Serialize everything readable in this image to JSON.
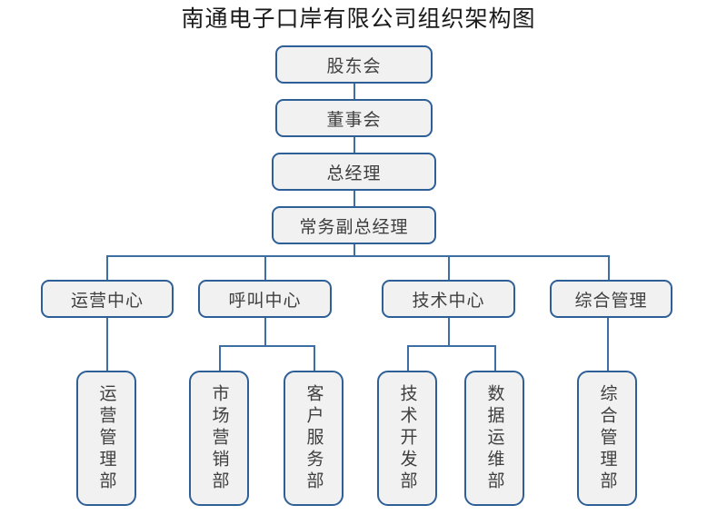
{
  "title": "南通电子口岸有限公司组织架构图",
  "colors": {
    "node_border": "#2e5f96",
    "node_fill": "#f1f1f1",
    "connector": "#3d6fa5",
    "title_text": "#1a1a1a",
    "node_text": "#3f3f3f",
    "background": "#ffffff"
  },
  "chart_data": {
    "type": "diagram",
    "diagram_type": "organization-chart",
    "title": "南通电子口岸有限公司组织架构图",
    "orientation": "top-down",
    "levels": [
      {
        "level": 1,
        "nodes": [
          "股东会"
        ]
      },
      {
        "level": 2,
        "nodes": [
          "董事会"
        ]
      },
      {
        "level": 3,
        "nodes": [
          "总经理"
        ]
      },
      {
        "level": 4,
        "nodes": [
          "常务副总经理"
        ]
      },
      {
        "level": 5,
        "nodes": [
          "运营中心",
          "呼叫中心",
          "技术中心",
          "综合管理"
        ]
      },
      {
        "level": 6,
        "nodes": [
          "运营管理部",
          "市场营销部",
          "客户服务部",
          "技术开发部",
          "数据运维部",
          "综合管理部"
        ]
      }
    ],
    "edges": [
      {
        "from": "股东会",
        "to": "董事会"
      },
      {
        "from": "董事会",
        "to": "总经理"
      },
      {
        "from": "总经理",
        "to": "常务副总经理"
      },
      {
        "from": "常务副总经理",
        "to": "运营中心"
      },
      {
        "from": "常务副总经理",
        "to": "呼叫中心"
      },
      {
        "from": "常务副总经理",
        "to": "技术中心"
      },
      {
        "from": "常务副总经理",
        "to": "综合管理"
      },
      {
        "from": "运营中心",
        "to": "运营管理部"
      },
      {
        "from": "呼叫中心",
        "to": "市场营销部"
      },
      {
        "from": "呼叫中心",
        "to": "客户服务部"
      },
      {
        "from": "技术中心",
        "to": "技术开发部"
      },
      {
        "from": "技术中心",
        "to": "数据运维部"
      },
      {
        "from": "综合管理",
        "to": "综合管理部"
      }
    ]
  },
  "nodes": {
    "shareholders": "股东会",
    "board": "董事会",
    "general_manager": "总经理",
    "executive_deputy_gm": "常务副总经理",
    "operations_center": "运营中心",
    "call_center": "呼叫中心",
    "technology_center": "技术中心",
    "general_admin": "综合管理",
    "operations_mgmt_dept": "运营管理部",
    "marketing_dept": "市场营销部",
    "customer_service_dept": "客户服务部",
    "tech_dev_dept": "技术开发部",
    "data_ops_dept": "数据运维部",
    "general_admin_dept": "综合管理部"
  }
}
